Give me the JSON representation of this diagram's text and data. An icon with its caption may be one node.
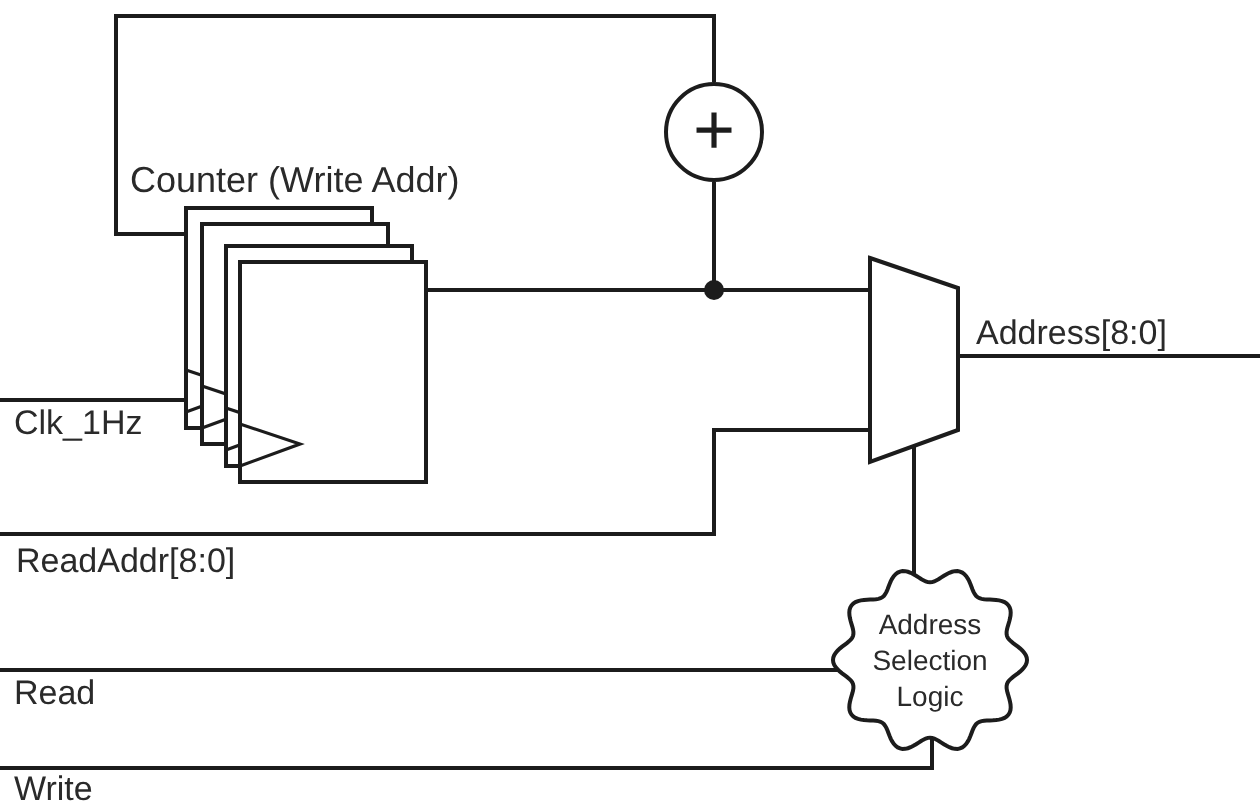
{
  "diagram": {
    "nodes": [
      {
        "text": [
          "Counter (Write Addr)"
        ]
      },
      {
        "text": [
          "+"
        ]
      },
      {
        "text": [],
        "shape": "trapezoid"
      },
      {
        "text": [
          "Address Selection Logic"
        ]
      }
    ],
    "edges": [
      {
        "from": 1,
        "to": 0,
        "arrow": "none"
      },
      {
        "from": 0,
        "to": 1,
        "arrow": "none"
      },
      {
        "from": 0,
        "to": 2,
        "arrow": "none"
      },
      {
        "from": null,
        "to": 0,
        "arrow": "none",
        "label": "Clk_1Hz"
      },
      {
        "from": null,
        "to": 2,
        "arrow": "none",
        "label": "ReadAddr[8:0]"
      },
      {
        "from": 2,
        "to": null,
        "arrow": "none",
        "label": "Address[8:0]"
      },
      {
        "from": 3,
        "to": 2,
        "arrow": "none"
      },
      {
        "from": null,
        "to": 3,
        "arrow": "none",
        "label": "Read"
      },
      {
        "from": null,
        "to": 3,
        "arrow": "none",
        "label": "Write"
      }
    ]
  }
}
